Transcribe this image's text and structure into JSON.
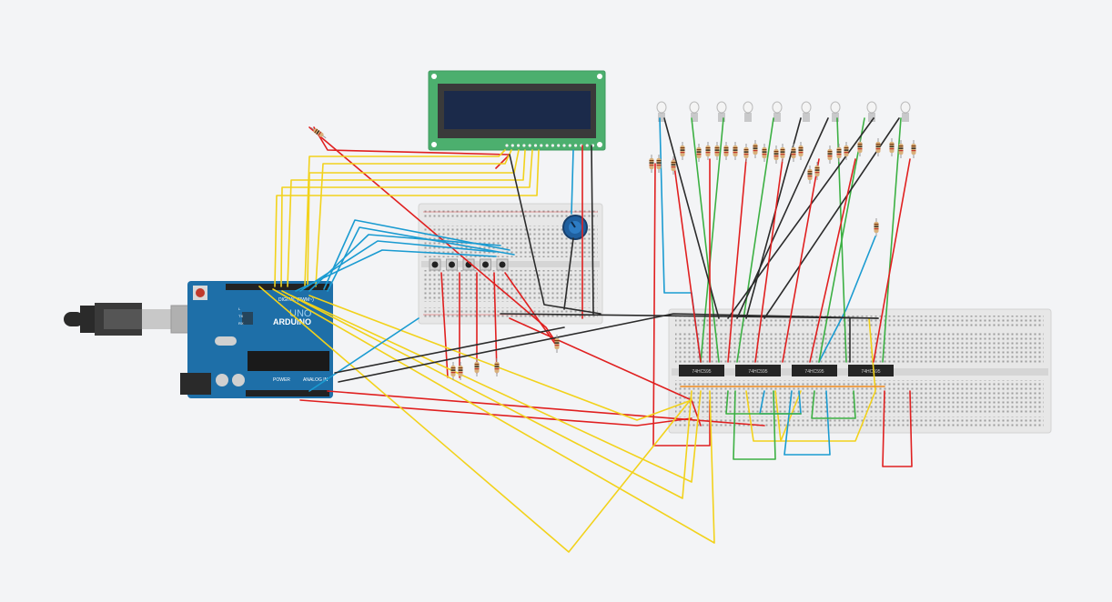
{
  "arduino": {
    "logo": "UNO",
    "brand": "ARDUINO",
    "digital_label": "DIGITAL (PWM~)",
    "power_label": "POWER",
    "analog_label": "ANALOG IN",
    "led_labels": [
      "L",
      "TX",
      "RX"
    ]
  },
  "chips": [
    {
      "label": "74HC595"
    },
    {
      "label": "74HC595"
    },
    {
      "label": "74HC595"
    },
    {
      "label": "74HC595"
    }
  ],
  "rgb_led_count": 9,
  "pushbutton_count": 5,
  "colors": {
    "background": "#f3f4f6",
    "arduino_board": "#1e6fa8",
    "lcd_pcb": "#4caf6e",
    "lcd_screen": "#1b2a4a",
    "breadboard": "#e8e8e8",
    "wire_red": "#e02020",
    "wire_yellow": "#f2d21b",
    "wire_blue": "#1a9bd1",
    "wire_green": "#3cb043",
    "wire_black": "#2b2b2b",
    "wire_orange": "#f08a1c"
  }
}
